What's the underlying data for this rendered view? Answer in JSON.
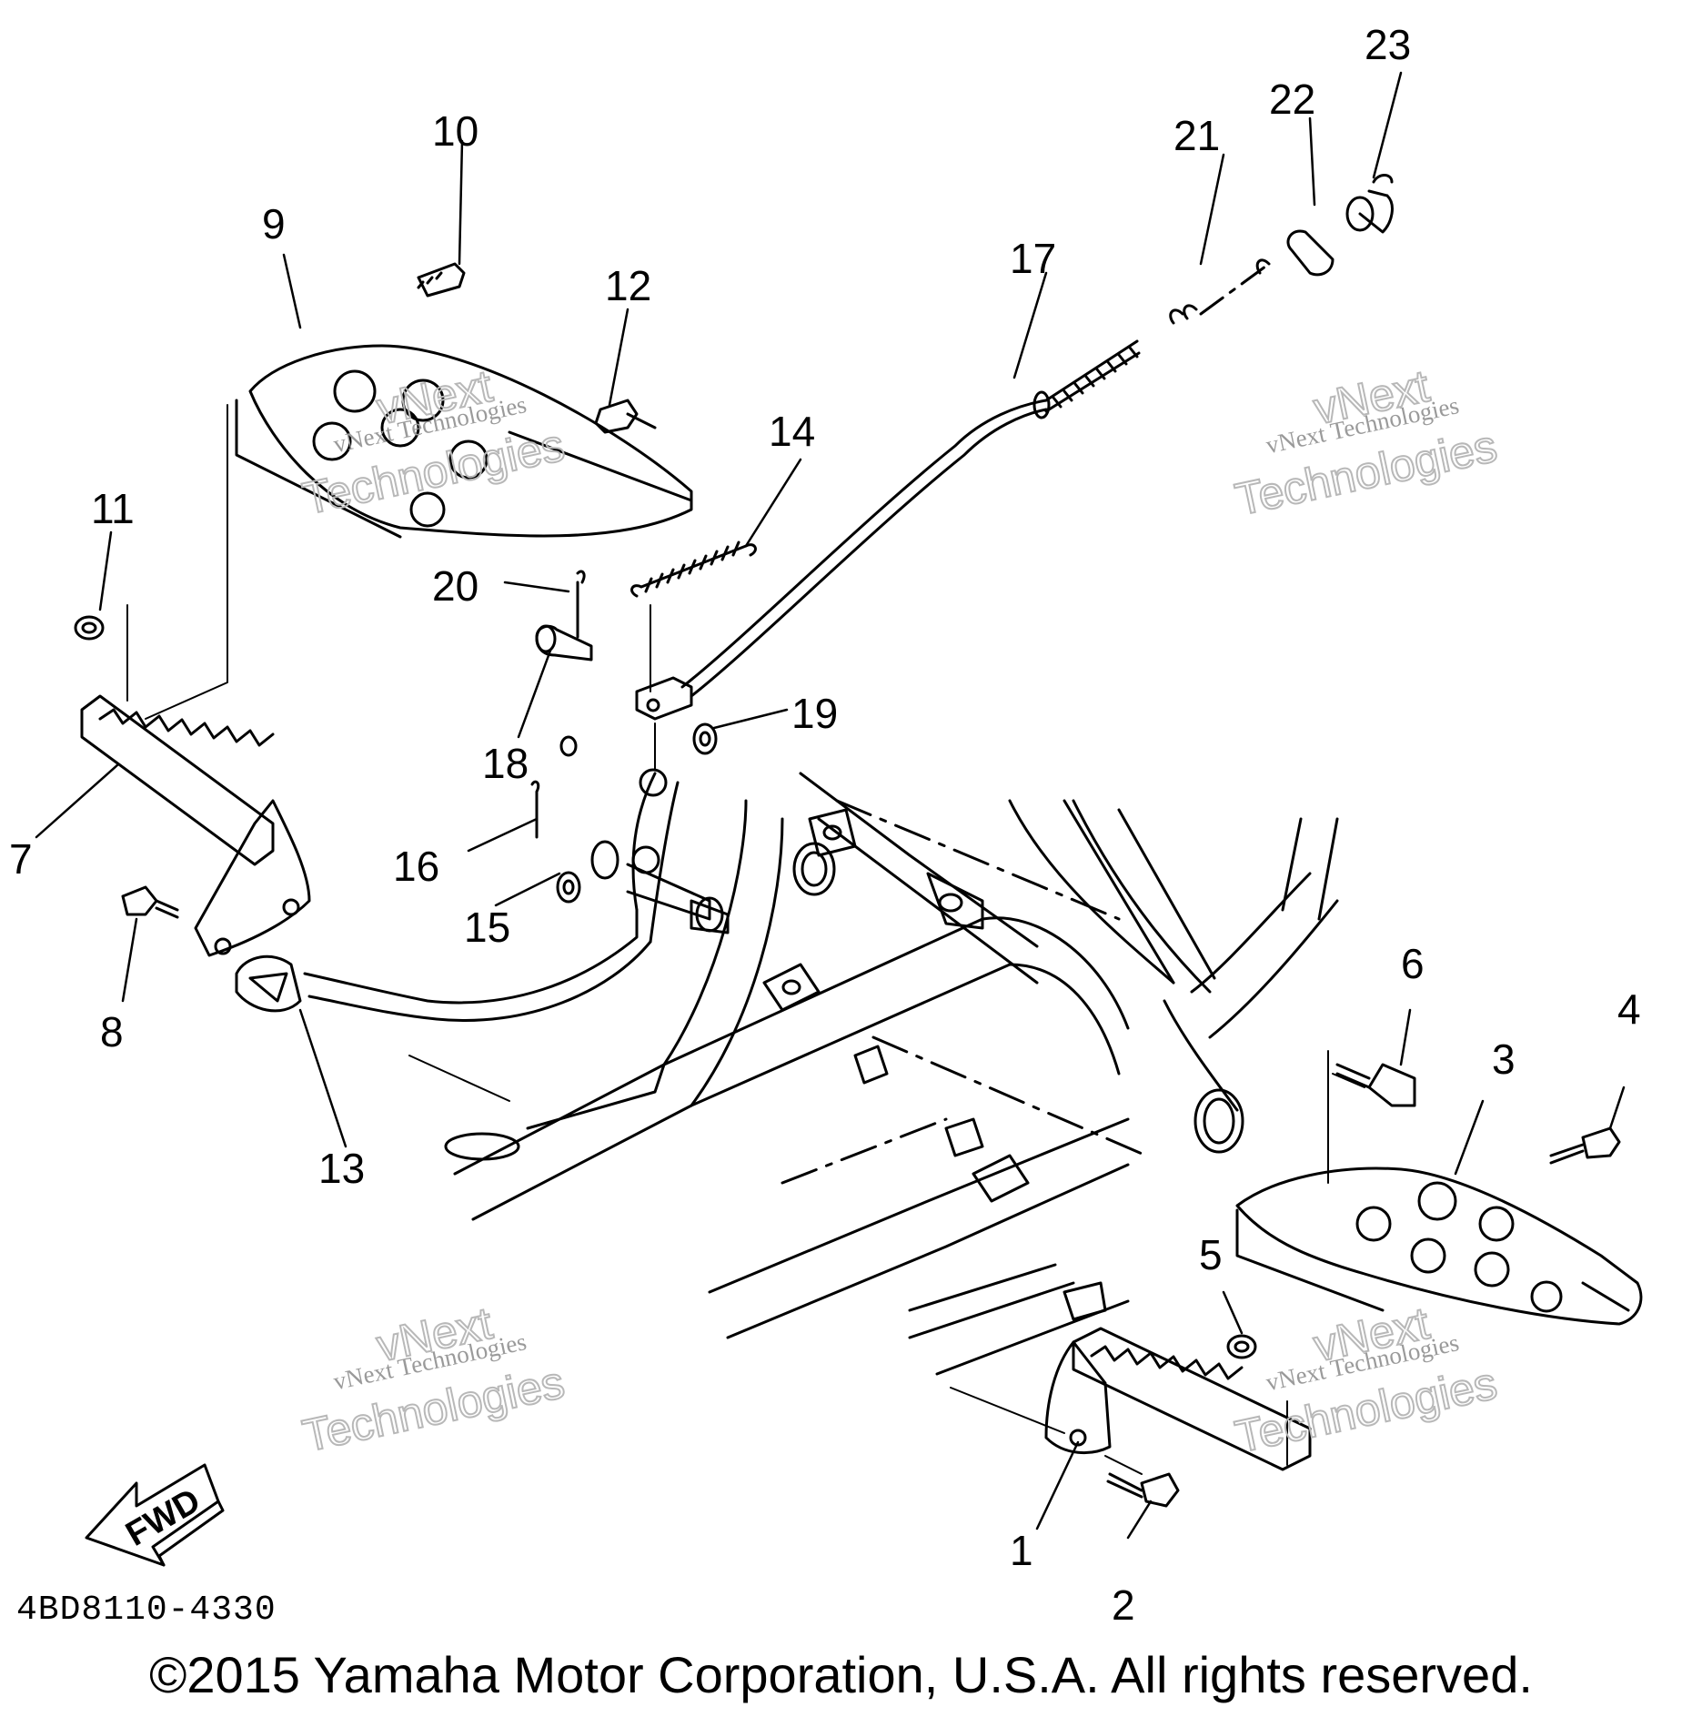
{
  "diagram": {
    "part_code": "4BD8110-4330",
    "copyright": "©2015 Yamaha Motor Corporation, U.S.A. All rights reserved.",
    "fwd_label": "FWD",
    "watermark": {
      "line1": "vNext Technologies",
      "big1": "vNext",
      "big2": "Technologies"
    },
    "callouts": [
      "1",
      "2",
      "3",
      "4",
      "5",
      "6",
      "7",
      "8",
      "9",
      "10",
      "11",
      "12",
      "13",
      "14",
      "15",
      "16",
      "17",
      "18",
      "19",
      "20",
      "21",
      "22",
      "23"
    ],
    "line_color": "#000000"
  }
}
